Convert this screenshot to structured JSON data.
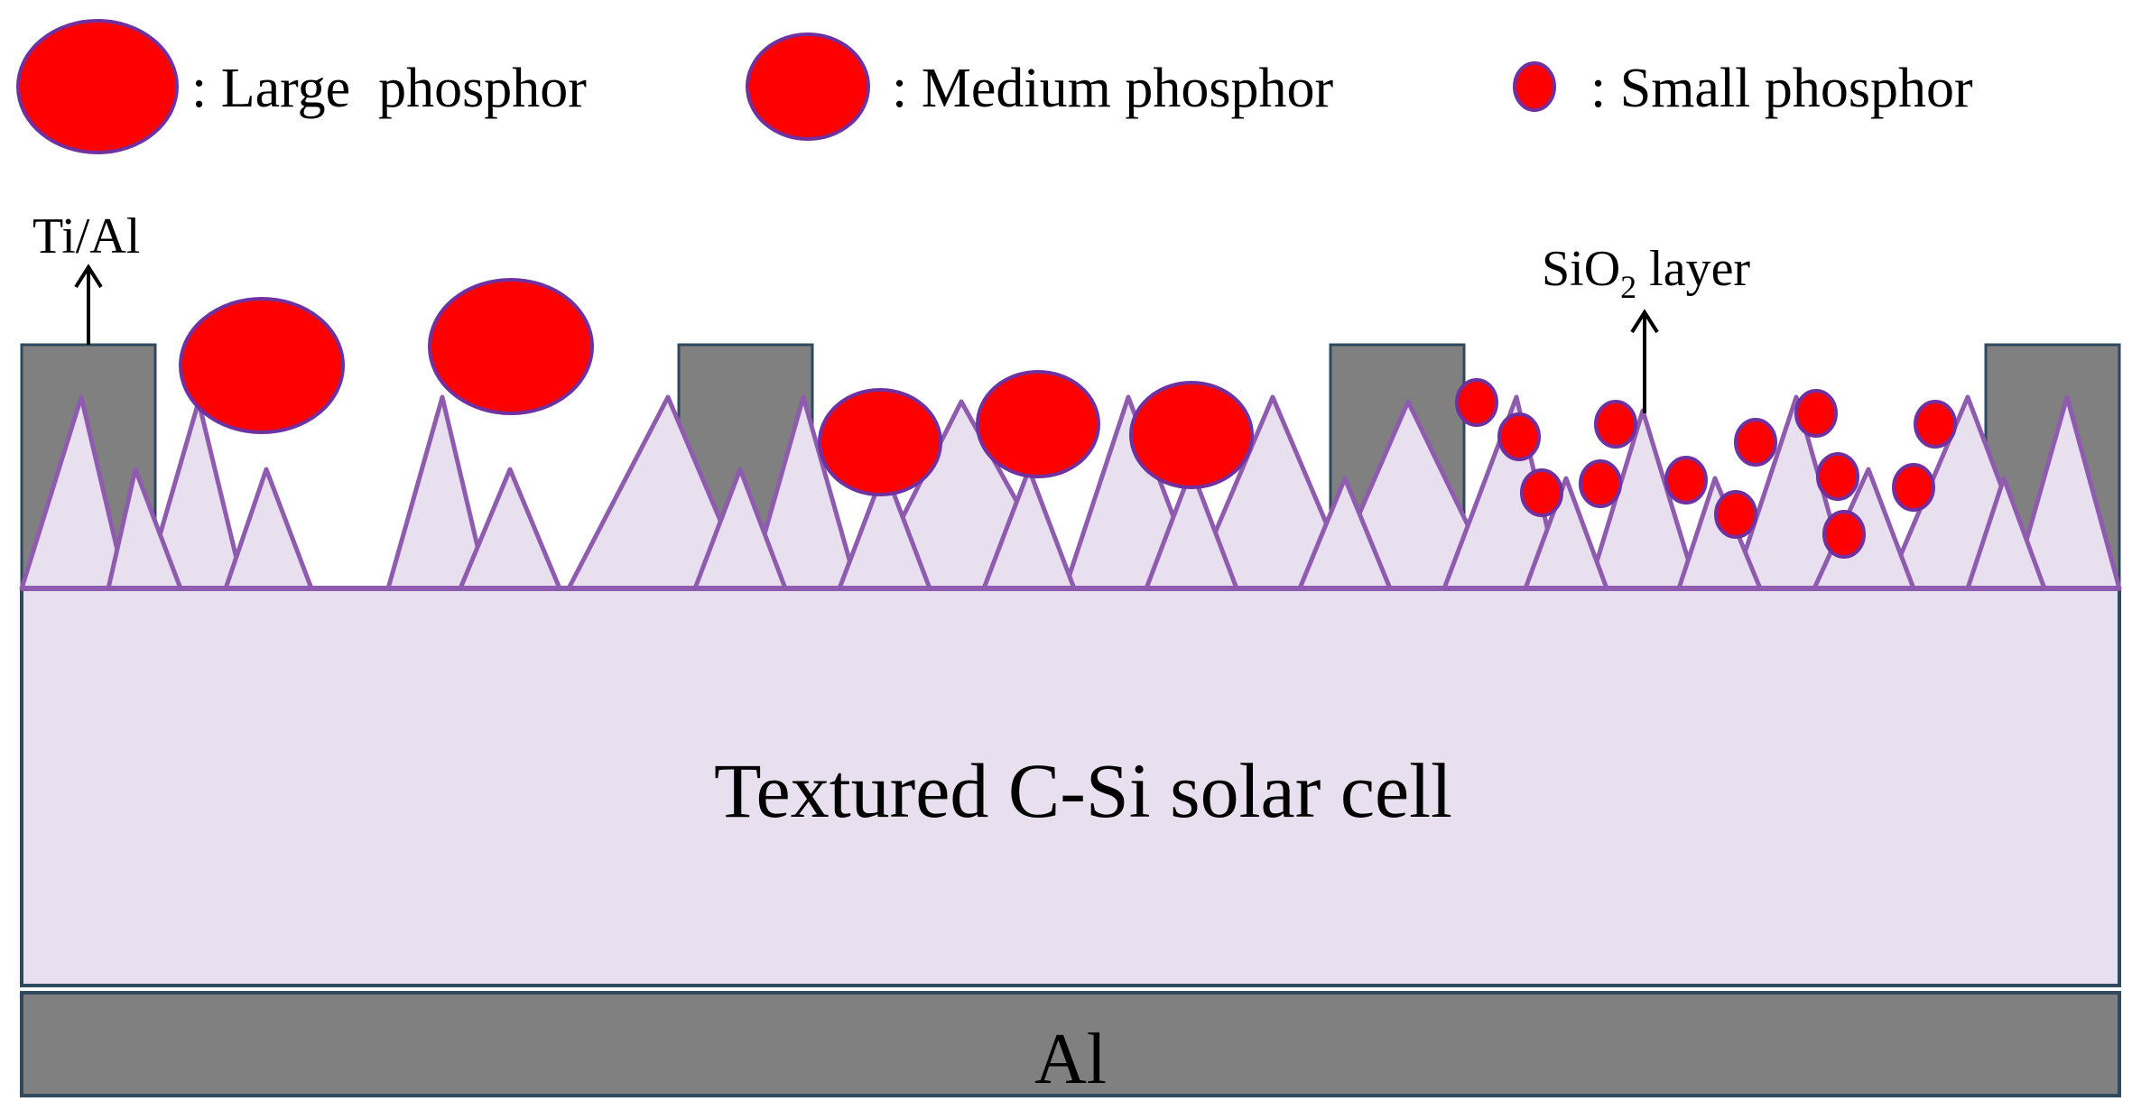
{
  "colors": {
    "phosphor_fill": "#FF0000",
    "phosphor_outline": "#7030A0",
    "contact_gray": "#808080",
    "cell_fill": "#E8E0EE",
    "texture_stroke": "#8E5BAE",
    "base_outline": "#2F4A5E"
  },
  "legend": [
    {
      "size": "large",
      "label": ": Large  phosphor"
    },
    {
      "size": "medium",
      "label": ": Medium phosphor"
    },
    {
      "size": "small",
      "label": ": Small phosphor"
    }
  ],
  "labels": {
    "top_contact": "Ti/Al",
    "oxide_base": "SiO",
    "oxide_subscript": "2",
    "oxide_suffix": " layer",
    "cell": "Textured C-Si solar cell",
    "back_contact": "Al"
  }
}
